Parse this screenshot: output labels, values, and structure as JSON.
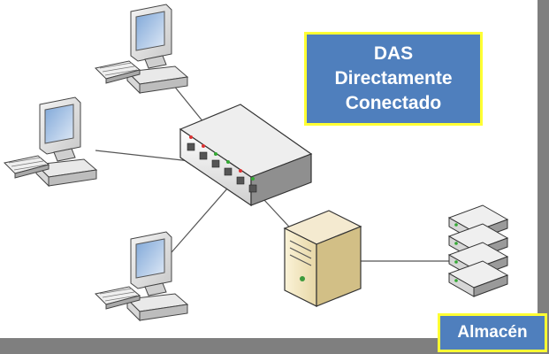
{
  "diagram": {
    "title_lines": [
      "DAS",
      "Directamente",
      "Conectado"
    ],
    "storage_label": "Almacén",
    "nodes": [
      "workstation",
      "workstation",
      "workstation",
      "network-switch",
      "server",
      "storage-array"
    ],
    "connections": [
      [
        "workstation-top",
        "network-switch"
      ],
      [
        "workstation-left",
        "network-switch"
      ],
      [
        "workstation-bottom",
        "network-switch"
      ],
      [
        "network-switch",
        "server"
      ],
      [
        "server",
        "storage-array"
      ]
    ],
    "colors": {
      "title_fill": "#4f7fbd",
      "title_border": "#ffff33",
      "frame": "#7f7f7f"
    }
  }
}
